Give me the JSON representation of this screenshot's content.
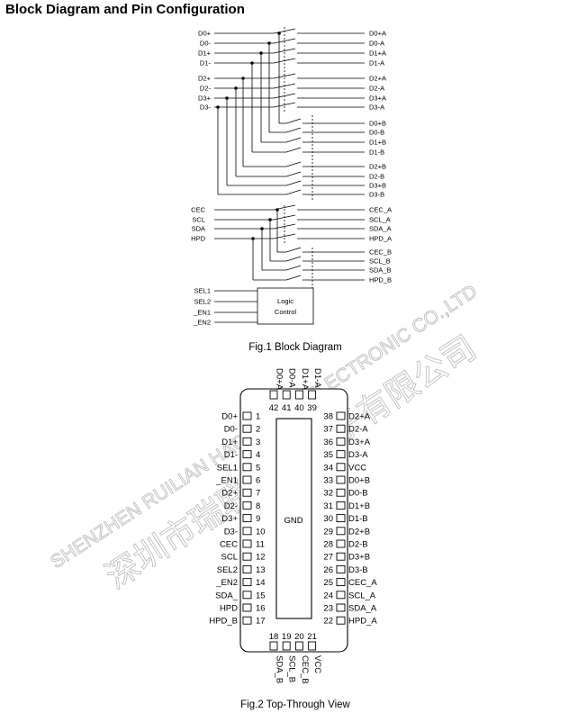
{
  "title": "Block Diagram and Pin Configuration",
  "fig1_caption": "Fig.1 Block Diagram",
  "fig2_caption": "Fig.2 Top-Through View",
  "logic_label_1": "Logic",
  "logic_label_2": "Control",
  "gnd_label": "GND",
  "watermark_en": "SHENZHEN RUILIAN HAOCHENG ELECTRONIC CO.,LTD",
  "watermark_cn": "深圳市瑞联浩成电子有限公司",
  "block_inputs": [
    "D0+",
    "D0-",
    "D1+",
    "D1-",
    "D2+",
    "D2-",
    "D3+",
    "D3-"
  ],
  "block_outputs_a": [
    "D0+A",
    "D0-A",
    "D1+A",
    "D1-A",
    "D2+A",
    "D2-A",
    "D3+A",
    "D3-A"
  ],
  "block_outputs_b": [
    "D0+B",
    "D0-B",
    "D1+B",
    "D1-B",
    "D2+B",
    "D2-B",
    "D3+B",
    "D3-B"
  ],
  "aux_inputs": [
    "CEC",
    "SCL",
    "SDA",
    "HPD"
  ],
  "aux_outputs_a": [
    "CEC_A",
    "SCL_A",
    "SDA_A",
    "HPD_A"
  ],
  "aux_outputs_b": [
    "CEC_B",
    "SCL_B",
    "SDA_B",
    "HPD_B"
  ],
  "control_inputs": [
    "SEL1",
    "SEL2",
    "_EN1",
    "_EN2"
  ],
  "pins_left": [
    {
      "num": "1",
      "name": "D0+"
    },
    {
      "num": "2",
      "name": "D0-"
    },
    {
      "num": "3",
      "name": "D1+"
    },
    {
      "num": "4",
      "name": "D1-"
    },
    {
      "num": "5",
      "name": "SEL1"
    },
    {
      "num": "6",
      "name": "_EN1"
    },
    {
      "num": "7",
      "name": "D2+"
    },
    {
      "num": "8",
      "name": "D2-"
    },
    {
      "num": "9",
      "name": "D3+"
    },
    {
      "num": "10",
      "name": "D3-"
    },
    {
      "num": "11",
      "name": "CEC"
    },
    {
      "num": "12",
      "name": "SCL"
    },
    {
      "num": "13",
      "name": "SEL2"
    },
    {
      "num": "14",
      "name": "_EN2"
    },
    {
      "num": "15",
      "name": "SDA_"
    },
    {
      "num": "16",
      "name": "HPD"
    },
    {
      "num": "17",
      "name": "HPD_B"
    }
  ],
  "pins_right": [
    {
      "num": "38",
      "name": "D2+A"
    },
    {
      "num": "37",
      "name": "D2-A"
    },
    {
      "num": "36",
      "name": "D3+A"
    },
    {
      "num": "35",
      "name": "D3-A"
    },
    {
      "num": "34",
      "name": "VCC"
    },
    {
      "num": "33",
      "name": "D0+B"
    },
    {
      "num": "32",
      "name": "D0-B"
    },
    {
      "num": "31",
      "name": "D1+B"
    },
    {
      "num": "30",
      "name": "D1-B"
    },
    {
      "num": "29",
      "name": "D2+B"
    },
    {
      "num": "28",
      "name": "D2-B"
    },
    {
      "num": "27",
      "name": "D3+B"
    },
    {
      "num": "26",
      "name": "D3-B"
    },
    {
      "num": "25",
      "name": "CEC_A"
    },
    {
      "num": "24",
      "name": "SCL_A"
    },
    {
      "num": "23",
      "name": "SDA_A"
    },
    {
      "num": "22",
      "name": "HPD_A"
    }
  ],
  "pins_top": [
    {
      "num": "42",
      "name": "D0+A"
    },
    {
      "num": "41",
      "name": "D0-A"
    },
    {
      "num": "40",
      "name": "D1+A"
    },
    {
      "num": "39",
      "name": "D1-A"
    }
  ],
  "pins_bottom": [
    {
      "num": "18",
      "name": "SDA_B"
    },
    {
      "num": "19",
      "name": "SCL_B"
    },
    {
      "num": "20",
      "name": "CEC_B"
    },
    {
      "num": "21",
      "name": "VCC"
    }
  ]
}
